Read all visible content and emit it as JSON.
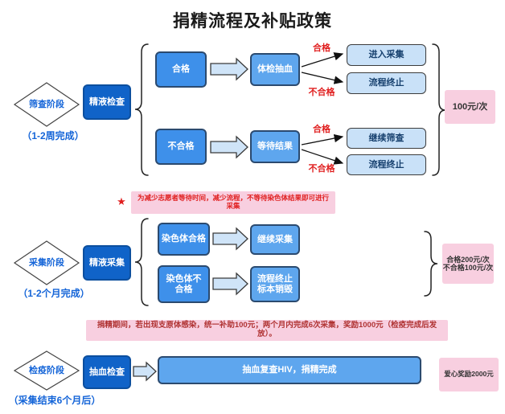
{
  "title": "捐精流程及补贴政策",
  "stage1": {
    "diamond": "筛查阶段",
    "caption": "（1-2周完成）",
    "action": "精液检查",
    "row1": {
      "input": "合格",
      "step": "体检抽血",
      "pass_label": "合格",
      "fail_label": "不合格",
      "pass_result": "进入采集",
      "fail_result": "流程终止"
    },
    "row2": {
      "input": "不合格",
      "step": "等待结果",
      "pass_label": "合格",
      "fail_label": "不合格",
      "pass_result": "继续筛查",
      "fail_result": "流程终止"
    },
    "subsidy": "100元/次"
  },
  "note": {
    "star": "★",
    "text": "为减少志愿者等待时间，减少流程，不等待染色体结果即可进行采集"
  },
  "stage2": {
    "diamond": "采集阶段",
    "caption": "（1-2个月完成）",
    "action": "精液采集",
    "row1": {
      "input": "染色体合格",
      "result": "继续采集"
    },
    "row2": {
      "input": "染色体不合格",
      "result_line1": "流程终止",
      "result_line2": "标本销毁"
    },
    "subsidy_line1": "合格200元/次",
    "subsidy_line2": "不合格100元/次"
  },
  "banner": "捐精期间，若出现支原体感染，统一补助100元；两个月内完成6次采集，奖励1000元（检疫完成后发放）。",
  "stage3": {
    "diamond": "检疫阶段",
    "caption": "（采集结束6个月后）",
    "action": "抽血检查",
    "result": "抽血复查HIV，捐精完成",
    "reward": "爱心奖励2000元"
  },
  "colors": {
    "dark_blue": "#1063c8",
    "mid_blue": "#3e90ea",
    "light_blue": "#5ea6ee",
    "pale_blue": "#c9e1f8",
    "pink": "#f8cfe0",
    "red_label": "#e01f1f",
    "banner_red": "#b03333",
    "blue_text": "#1565d8"
  }
}
